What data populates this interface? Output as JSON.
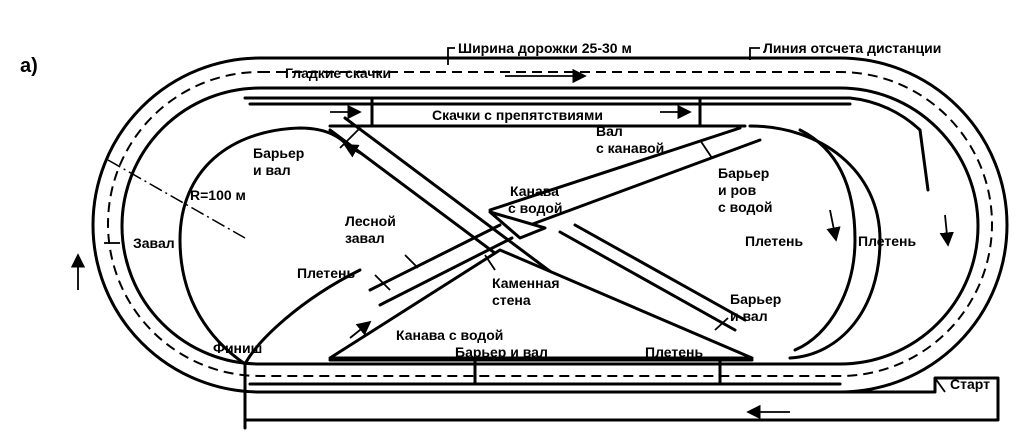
{
  "figure": {
    "part_label": "а)"
  },
  "labels": {
    "track_width": "Ширина дорожки 25-30 м",
    "distance_line": "Линия отсчета дистанции",
    "flat_racing": "Гладкие скачки",
    "steeplechase": "Скачки с препятствиями",
    "barrier_bank_left": [
      "Барьер",
      "и вал"
    ],
    "bank_with_ditch": [
      "Вал",
      "с канавой"
    ],
    "radius": "R=100 м",
    "zaval": "Завал",
    "water_ditch_center": [
      "Канава",
      "с водой"
    ],
    "barrier_ditch_water": [
      "Барьер",
      "и ров",
      "с водой"
    ],
    "forest_obstacle": [
      "Лесной",
      "завал"
    ],
    "wattle_fence_left": "Плетень",
    "wattle_fence_inner": "Плетень",
    "wattle_fence_outer": "Плетень",
    "stone_wall": [
      "Каменная",
      "стена"
    ],
    "barrier_bank_right": [
      "Барьер",
      "и вал"
    ],
    "water_ditch_bottom": "Канава с водой",
    "barrier_bank_bottom": "Барьер и вал",
    "wattle_fence_bottom": "Плетень",
    "finish": "Финиш",
    "start": "Старт"
  }
}
